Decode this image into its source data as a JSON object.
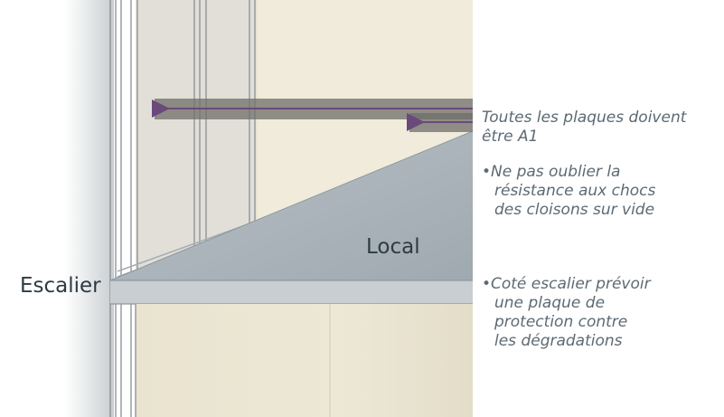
{
  "labels": {
    "stair": "Escalier",
    "room": "Local"
  },
  "notes": {
    "main": [
      "Toutes les plaques doivent",
      "être A1"
    ],
    "bullet_char": "•",
    "bullet_1": [
      "Ne pas oublier la",
      "résistance aux chocs",
      "des cloisons sur vide"
    ],
    "bullet_2": [
      "Coté escalier prévoir",
      "une plaque de",
      "protection contre",
      "les dégradations"
    ]
  },
  "colors": {
    "arrow": "#6a4a7a",
    "band": "#6f6e69",
    "floor": "#a9b3b9",
    "wall_cream": "#ede7d4",
    "text_dark": "#2e3a42",
    "text_note": "#5c6a73"
  }
}
